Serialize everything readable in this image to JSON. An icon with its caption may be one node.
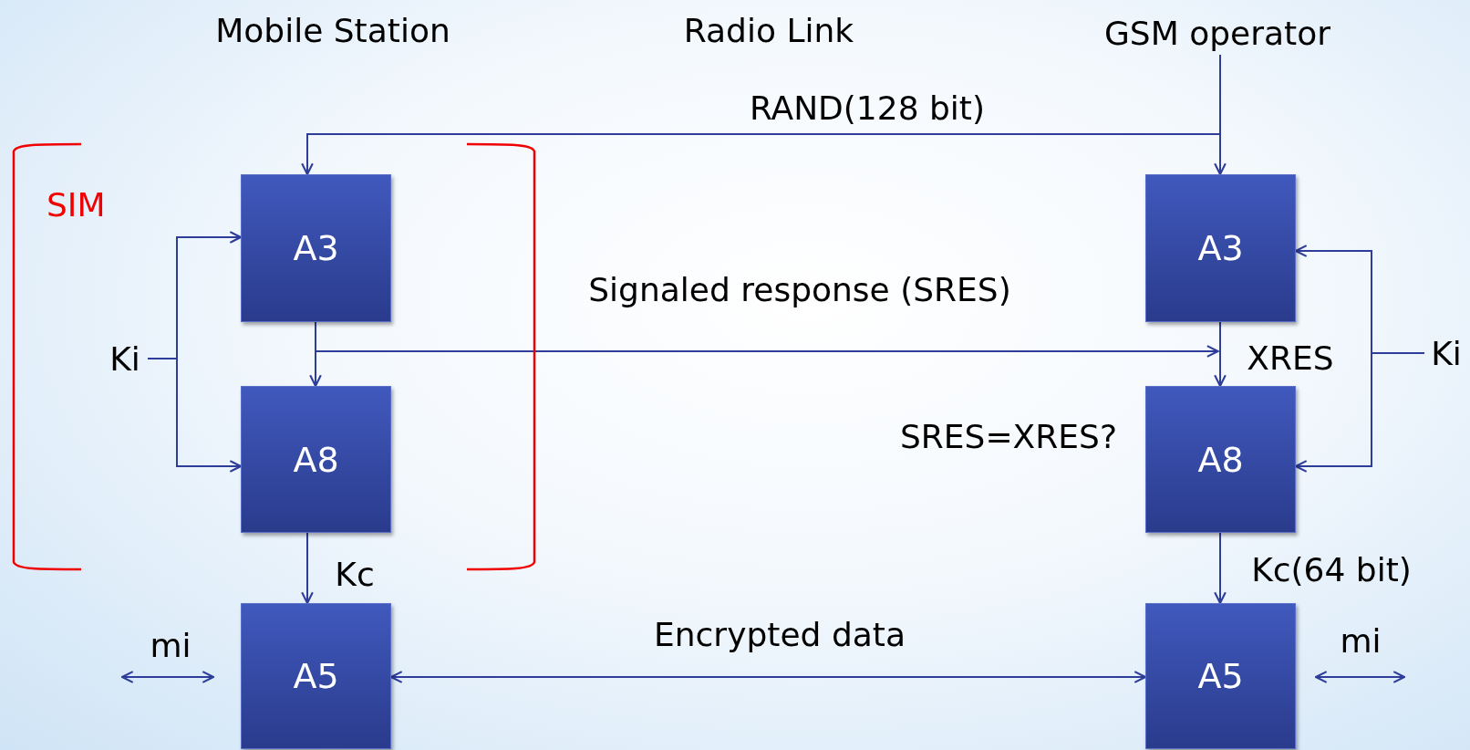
{
  "diagram": {
    "nodes": [
      {
        "text": [
          "GSM operator"
        ]
      },
      {
        "text": [
          "SIM"
        ]
      },
      {
        "text": [
          "A3"
        ],
        "in": 1
      },
      {
        "text": [
          "A8"
        ],
        "in": 1
      },
      {
        "text": [
          "A5"
        ]
      },
      {
        "text": [
          "A3"
        ]
      },
      {
        "text": [
          "A8"
        ],
        "beside": [
          "SRES=XRES?"
        ]
      },
      {
        "text": [
          "A5"
        ]
      },
      {
        "text": [
          "Ki"
        ],
        "in": 1
      },
      {
        "text": [
          "Ki"
        ]
      }
    ],
    "edges": [
      {
        "from": 0,
        "to": 5,
        "arrow": "to"
      },
      {
        "from": 0,
        "to": 2,
        "arrow": "to",
        "label": "RAND(128 bit)"
      },
      {
        "from": 8,
        "to": 2,
        "arrow": "to"
      },
      {
        "from": 8,
        "to": 3,
        "arrow": "to"
      },
      {
        "from": 2,
        "to": 3,
        "arrow": "to"
      },
      {
        "from": 2,
        "to": 6,
        "arrow": "to",
        "label": "Signaled response (SRES)"
      },
      {
        "from": 5,
        "to": 6,
        "arrow": "to",
        "label": "XRES"
      },
      {
        "from": 9,
        "to": 5,
        "arrow": "to"
      },
      {
        "from": 9,
        "to": 6,
        "arrow": "to"
      },
      {
        "from": 3,
        "to": 4,
        "arrow": "to",
        "label": "Kc"
      },
      {
        "from": 6,
        "to": 7,
        "arrow": "to",
        "label": "Kc(64 bit)"
      },
      {
        "from": 4,
        "to": 7,
        "arrow": "both",
        "label": "Encrypted data"
      },
      {
        "from": null,
        "to": 4,
        "arrow": "both",
        "label": "mi"
      },
      {
        "from": 7,
        "to": null,
        "arrow": "both",
        "label": "mi"
      }
    ],
    "labels": [
      "Mobile Station",
      "Radio Link"
    ]
  }
}
